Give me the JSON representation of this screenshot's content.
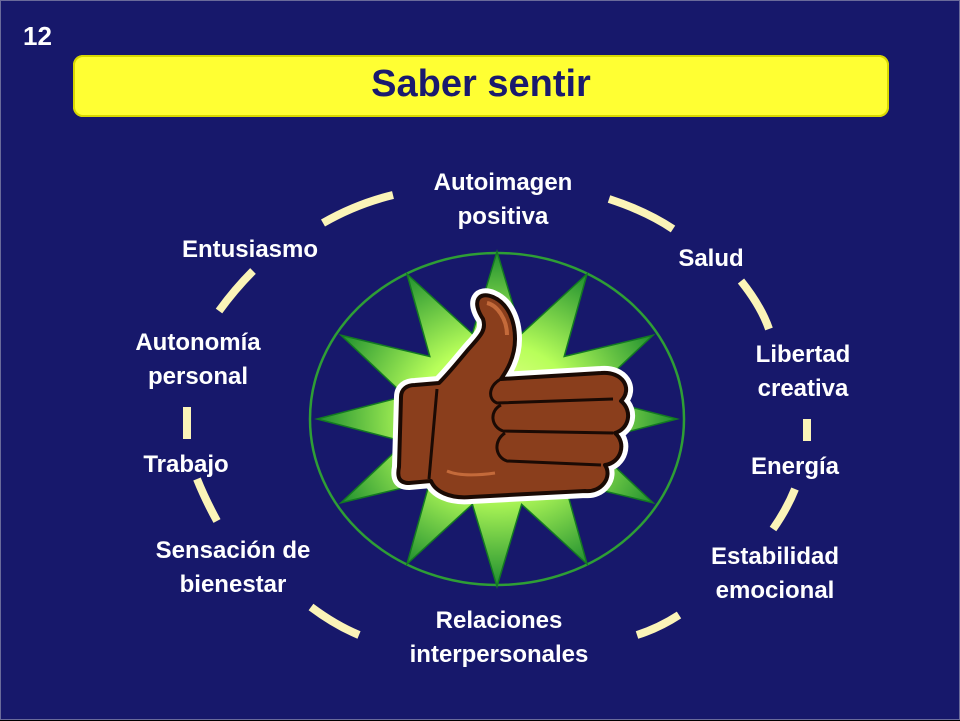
{
  "slide_number": "12",
  "title": "Saber sentir",
  "colors": {
    "background": "#17186b",
    "title_bar": "#ffff33",
    "title_text": "#1a1a6e",
    "ring_segment": "#fbf4b8",
    "star_light": "#b8ff5a",
    "star_dark": "#1f8f2f",
    "circle": "#2e9e35"
  },
  "center_icon": "thumbs-up-icon",
  "cycle": [
    {
      "lines": [
        "Autoimagen",
        "positiva"
      ]
    },
    {
      "lines": [
        "Salud"
      ]
    },
    {
      "lines": [
        "Libertad",
        "creativa"
      ]
    },
    {
      "lines": [
        "Energía"
      ]
    },
    {
      "lines": [
        "Estabilidad",
        "emocional"
      ]
    },
    {
      "lines": [
        "Relaciones",
        "interpersonales"
      ]
    },
    {
      "lines": [
        "Sensación de",
        "bienestar"
      ]
    },
    {
      "lines": [
        "Trabajo"
      ]
    },
    {
      "lines": [
        "Autonomía",
        "personal"
      ]
    },
    {
      "lines": [
        "Entusiasmo"
      ]
    }
  ]
}
